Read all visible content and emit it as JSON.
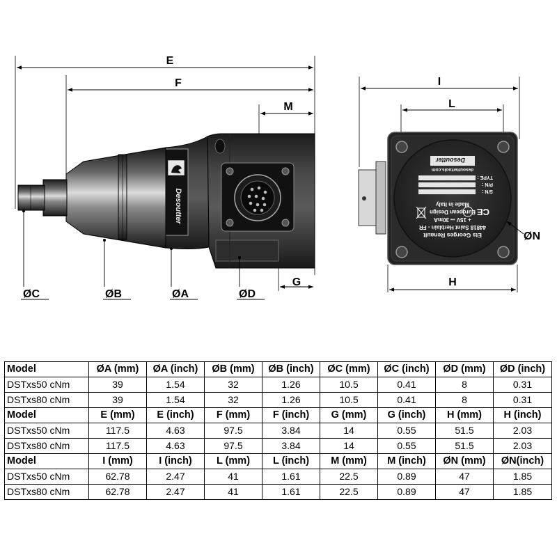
{
  "drawing": {
    "dimensions": {
      "E": "E",
      "F": "F",
      "M": "M",
      "G": "G",
      "I": "I",
      "L": "L",
      "H": "H",
      "OC": "ØC",
      "OB": "ØB",
      "OA": "ØA",
      "OD": "ØD",
      "ON": "ØN"
    },
    "brand": "Desoutter",
    "label_plate": {
      "line1": "Ets Georges Renault",
      "line2": "44818 Saint Herblain - FR",
      "line3": "+ 15V ⎓ 30mA",
      "line4": "European Design",
      "line5": "Made in Italy",
      "fields": [
        "S/N :",
        "P/N :",
        "TYPE :"
      ],
      "website": "desouttertools.com",
      "ce_mark": "CE"
    }
  },
  "table": {
    "sections": [
      {
        "header": [
          "Model",
          "ØA (mm)",
          "ØA (inch)",
          "ØB (mm)",
          "ØB (inch)",
          "ØC (mm)",
          "ØC (inch)",
          "ØD (mm)",
          "ØD (inch)"
        ],
        "rows": [
          [
            "DSTxs50 cNm",
            "39",
            "1.54",
            "32",
            "1.26",
            "10.5",
            "0.41",
            "8",
            "0.31"
          ],
          [
            "DSTxs80 cNm",
            "39",
            "1.54",
            "32",
            "1.26",
            "10.5",
            "0.41",
            "8",
            "0.31"
          ]
        ]
      },
      {
        "header": [
          "Model",
          "E (mm)",
          "E (inch)",
          "F (mm)",
          "F (inch)",
          "G (mm)",
          "G (inch)",
          "H (mm)",
          "H (inch)"
        ],
        "rows": [
          [
            "DSTxs50 cNm",
            "117.5",
            "4.63",
            "97.5",
            "3.84",
            "14",
            "0.55",
            "51.5",
            "2.03"
          ],
          [
            "DSTxs80 cNm",
            "117.5",
            "4.63",
            "97.5",
            "3.84",
            "14",
            "0.55",
            "51.5",
            "2.03"
          ]
        ]
      },
      {
        "header": [
          "Model",
          "I (mm)",
          "I (inch)",
          "L (mm)",
          "L (inch)",
          "M (mm)",
          "M (inch)",
          "ØN (mm)",
          "ØN(inch)"
        ],
        "rows": [
          [
            "DSTxs50 cNm",
            "62.78",
            "2.47",
            "41",
            "1.61",
            "22.5",
            "0.89",
            "47",
            "1.85"
          ],
          [
            "DSTxs80 cNm",
            "62.78",
            "2.47",
            "41",
            "1.61",
            "22.5",
            "0.89",
            "47",
            "1.85"
          ]
        ]
      }
    ]
  }
}
